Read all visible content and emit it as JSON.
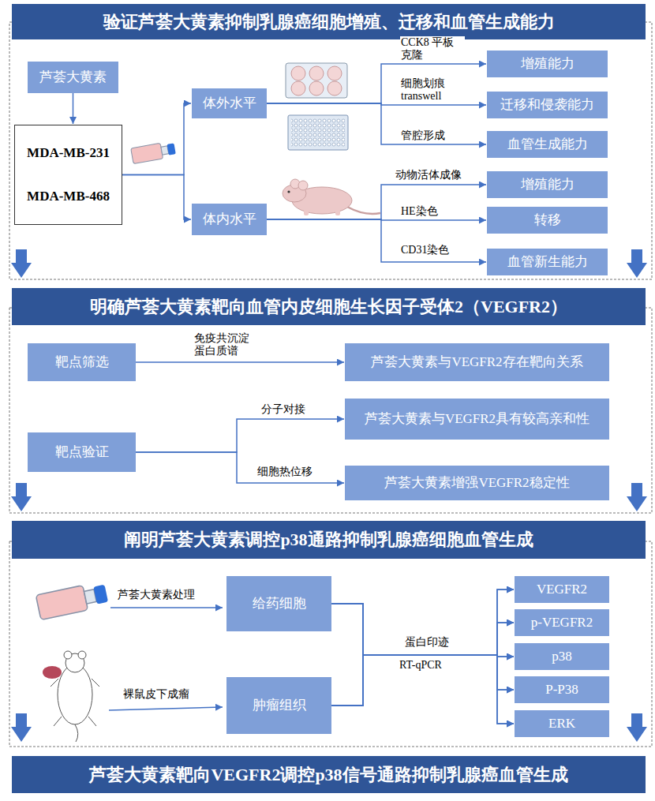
{
  "diagram": {
    "nodes": [
      {
        "text": [
          "验证芦荟大黄素抑制乳腺癌细胞增殖、迁移和血管生成能力"
        ]
      },
      {
        "text": [
          "芦荟大黄素"
        ]
      },
      {
        "text": [
          "MDA-MB-231",
          "MDA-MB-468"
        ]
      },
      {
        "text": [
          "体外水平"
        ]
      },
      {
        "text": [
          "体内水平"
        ]
      },
      {
        "text": [
          "增殖能力"
        ]
      },
      {
        "text": [
          "迁移和侵袭能力"
        ]
      },
      {
        "text": [
          "血管生成能力"
        ]
      },
      {
        "text": [
          "增殖能力"
        ]
      },
      {
        "text": [
          "转移"
        ]
      },
      {
        "text": [
          "血管新生能力"
        ]
      },
      {
        "text": [
          "明确芦荟大黄素靶向血管内皮细胞生长因子受体2（VEGFR2）"
        ]
      },
      {
        "text": [
          "靶点筛选"
        ]
      },
      {
        "text": [
          "芦荟大黄素与VEGFR2存在靶向关系"
        ]
      },
      {
        "text": [
          "靶点验证"
        ]
      },
      {
        "text": [
          "芦荟大黄素与VEGFR2具有较高亲和性"
        ]
      },
      {
        "text": [
          "芦荟大黄素增强VEGFR2稳定性"
        ]
      },
      {
        "text": [
          "阐明芦荟大黄素调控p38通路抑制乳腺癌细胞血管生成"
        ]
      },
      {
        "text": [
          "给药细胞"
        ]
      },
      {
        "text": [
          "肿瘤组织"
        ]
      },
      {
        "text": [
          "VEGFR2"
        ]
      },
      {
        "text": [
          "p-VEGFR2"
        ]
      },
      {
        "text": [
          "p38"
        ]
      },
      {
        "text": [
          "P-P38"
        ]
      },
      {
        "text": [
          "ERK"
        ]
      },
      {
        "text": [
          "芦荟大黄素靶向VEGFR2调控p38信号通路抑制乳腺癌血管生成"
        ]
      }
    ],
    "edges": [
      {
        "from": 1,
        "to": 2,
        "arrow": "to"
      },
      {
        "from": 2,
        "to": 3,
        "arrow": "to"
      },
      {
        "from": 2,
        "to": 4,
        "arrow": "to"
      },
      {
        "from": 3,
        "to": 5,
        "label": "CCK8 平板克隆",
        "arrow": "to"
      },
      {
        "from": 3,
        "to": 6,
        "label": "细胞划痕 transwell",
        "arrow": "to"
      },
      {
        "from": 3,
        "to": 7,
        "label": "管腔形成",
        "arrow": "to"
      },
      {
        "from": 4,
        "to": 8,
        "label": "动物活体成像",
        "arrow": "to"
      },
      {
        "from": 4,
        "to": 9,
        "label": "HE染色",
        "arrow": "to"
      },
      {
        "from": 4,
        "to": 10,
        "label": "CD31染色",
        "arrow": "to"
      },
      {
        "from": 12,
        "to": 13,
        "label": "免疫共沉淀 蛋白质谱",
        "arrow": "to"
      },
      {
        "from": 14,
        "to": 15,
        "label": "分子对接",
        "arrow": "to"
      },
      {
        "from": 14,
        "to": 16,
        "label": "细胞热位移",
        "arrow": "to"
      },
      {
        "from": 18,
        "to": 20,
        "label": "蛋白印迹",
        "arrow": "to"
      },
      {
        "from": 18,
        "to": 21,
        "arrow": "to"
      },
      {
        "from": 18,
        "to": 22,
        "arrow": "to"
      },
      {
        "from": 18,
        "to": 23,
        "arrow": "to"
      },
      {
        "from": 18,
        "to": 24,
        "arrow": "to"
      },
      {
        "from": 19,
        "to": 20,
        "arrow": "to"
      },
      {
        "from": 19,
        "to": 21,
        "arrow": "to"
      },
      {
        "from": 19,
        "to": 22,
        "arrow": "to"
      },
      {
        "from": 19,
        "to": 23,
        "arrow": "to"
      },
      {
        "from": 19,
        "to": 24,
        "arrow": "to"
      }
    ],
    "labels": [
      "芦荟大黄素处理",
      "裸鼠皮下成瘤",
      "RT-qPCR"
    ]
  }
}
